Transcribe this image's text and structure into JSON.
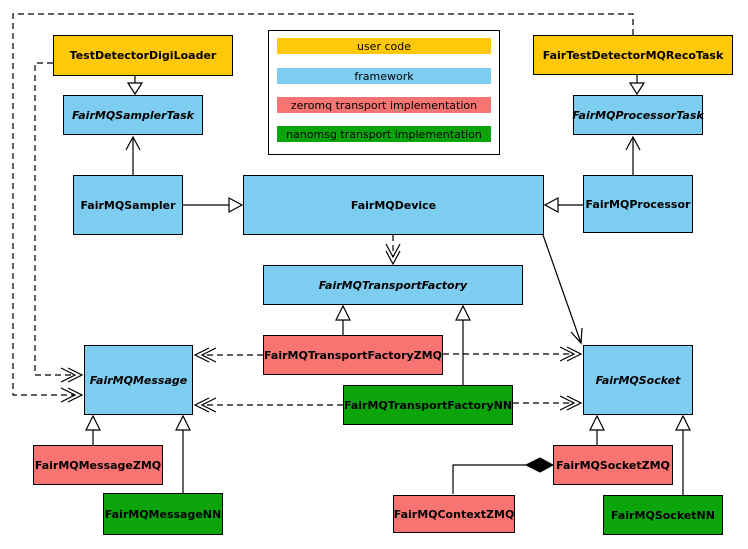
{
  "diagram": {
    "type": "class_diagram",
    "subject": "FairMQ framework architecture",
    "colors": {
      "user_code": "#ffc808",
      "framework": "#7dcdf1",
      "zeromq": "#f87473",
      "nanomsg": "#0ba50b",
      "line": "#000000",
      "background": "#ffffff"
    },
    "legend": {
      "items": [
        {
          "label": "user code",
          "color": "#ffc808"
        },
        {
          "label": "framework",
          "color": "#7dcdf1"
        },
        {
          "label": "zeromq transport implementation",
          "color": "#f87473"
        },
        {
          "label": "nanomsg transport implementation",
          "color": "#0ba50b"
        }
      ]
    },
    "nodes": {
      "digi_loader": {
        "label": "TestDetectorDigiLoader",
        "category": "user code",
        "abstract": false
      },
      "sampler_task": {
        "label": "FairMQSamplerTask",
        "category": "framework",
        "abstract": true
      },
      "sampler": {
        "label": "FairMQSampler",
        "category": "framework",
        "abstract": false
      },
      "device": {
        "label": "FairMQDevice",
        "category": "framework",
        "abstract": false
      },
      "processor": {
        "label": "FairMQProcessor",
        "category": "framework",
        "abstract": false
      },
      "processor_task": {
        "label": "FairMQProcessorTask",
        "category": "framework",
        "abstract": true
      },
      "reco_task": {
        "label": "FairTestDetectorMQRecoTask",
        "category": "user code",
        "abstract": false
      },
      "transport_factory": {
        "label": "FairMQTransportFactory",
        "category": "framework",
        "abstract": true
      },
      "transport_factory_zmq": {
        "label": "FairMQTransportFactoryZMQ",
        "category": "zeromq",
        "abstract": false
      },
      "transport_factory_nn": {
        "label": "FairMQTransportFactoryNN",
        "category": "nanomsg",
        "abstract": false
      },
      "message": {
        "label": "FairMQMessage",
        "category": "framework",
        "abstract": true
      },
      "socket": {
        "label": "FairMQSocket",
        "category": "framework",
        "abstract": true
      },
      "message_zmq": {
        "label": "FairMQMessageZMQ",
        "category": "zeromq",
        "abstract": false
      },
      "message_nn": {
        "label": "FairMQMessageNN",
        "category": "nanomsg",
        "abstract": false
      },
      "socket_zmq": {
        "label": "FairMQSocketZMQ",
        "category": "zeromq",
        "abstract": false
      },
      "socket_nn": {
        "label": "FairMQSocketNN",
        "category": "nanomsg",
        "abstract": false
      },
      "context_zmq": {
        "label": "FairMQContextZMQ",
        "category": "zeromq",
        "abstract": false
      }
    },
    "edges": [
      {
        "from": "TestDetectorDigiLoader",
        "to": "FairMQSamplerTask",
        "type": "inheritance"
      },
      {
        "from": "FairTestDetectorMQRecoTask",
        "to": "FairMQProcessorTask",
        "type": "inheritance"
      },
      {
        "from": "FairMQSampler",
        "to": "FairMQDevice",
        "type": "inheritance"
      },
      {
        "from": "FairMQProcessor",
        "to": "FairMQDevice",
        "type": "inheritance"
      },
      {
        "from": "FairMQSampler",
        "to": "FairMQSamplerTask",
        "type": "association"
      },
      {
        "from": "FairMQProcessor",
        "to": "FairMQProcessorTask",
        "type": "association"
      },
      {
        "from": "FairMQDevice",
        "to": "FairMQTransportFactory",
        "type": "dependency"
      },
      {
        "from": "FairMQDevice",
        "to": "FairMQSocket",
        "type": "association"
      },
      {
        "from": "FairMQTransportFactoryZMQ",
        "to": "FairMQTransportFactory",
        "type": "inheritance"
      },
      {
        "from": "FairMQTransportFactoryNN",
        "to": "FairMQTransportFactory",
        "type": "inheritance"
      },
      {
        "from": "FairMQTransportFactoryZMQ",
        "to": "FairMQMessage",
        "type": "dependency"
      },
      {
        "from": "FairMQTransportFactoryZMQ",
        "to": "FairMQSocket",
        "type": "dependency"
      },
      {
        "from": "FairMQTransportFactoryNN",
        "to": "FairMQMessage",
        "type": "dependency"
      },
      {
        "from": "FairMQTransportFactoryNN",
        "to": "FairMQSocket",
        "type": "dependency"
      },
      {
        "from": "TestDetectorDigiLoader",
        "to": "FairMQMessage",
        "type": "dependency"
      },
      {
        "from": "FairTestDetectorMQRecoTask",
        "to": "FairMQMessage",
        "type": "dependency"
      },
      {
        "from": "FairMQMessageZMQ",
        "to": "FairMQMessage",
        "type": "inheritance"
      },
      {
        "from": "FairMQMessageNN",
        "to": "FairMQMessage",
        "type": "inheritance"
      },
      {
        "from": "FairMQSocketZMQ",
        "to": "FairMQSocket",
        "type": "inheritance"
      },
      {
        "from": "FairMQSocketNN",
        "to": "FairMQSocket",
        "type": "inheritance"
      },
      {
        "from": "FairMQContextZMQ",
        "to": "FairMQSocketZMQ",
        "type": "composition"
      }
    ]
  }
}
